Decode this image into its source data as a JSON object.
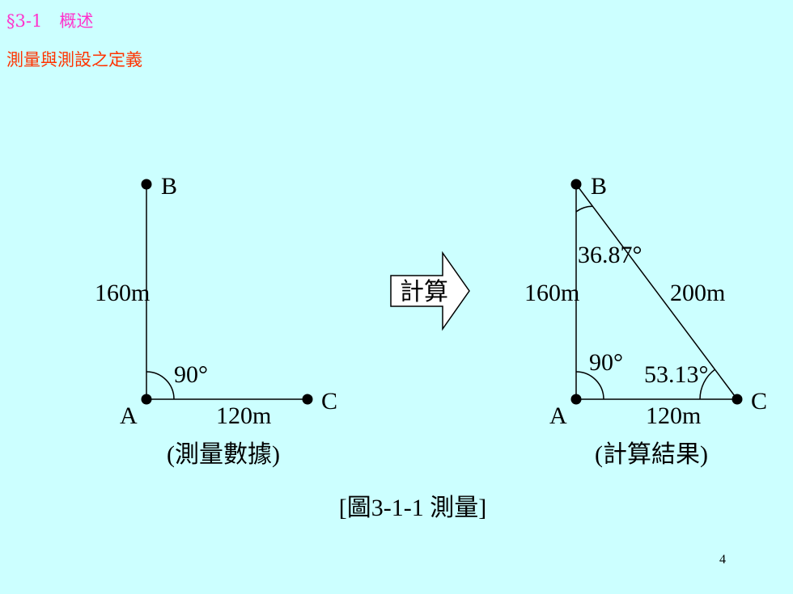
{
  "header": {
    "section": "§3-1　概述",
    "subtitle": "測量與測設之定義"
  },
  "left_diagram": {
    "points": {
      "a": "A",
      "b": "B",
      "c": "C"
    },
    "sides": {
      "ab": "160m",
      "ac": "120m"
    },
    "angles": {
      "a": "90°"
    },
    "caption": "(測量數據)"
  },
  "arrow": {
    "label": "計算"
  },
  "right_diagram": {
    "points": {
      "a": "A",
      "b": "B",
      "c": "C"
    },
    "sides": {
      "ab": "160m",
      "ac": "120m",
      "bc": "200m"
    },
    "angles": {
      "a": "90°",
      "b": "36.87°",
      "c": "53.13°"
    },
    "caption": "(計算結果)"
  },
  "figure_caption": "[圖3-1-1 測量]",
  "page_number": "4"
}
